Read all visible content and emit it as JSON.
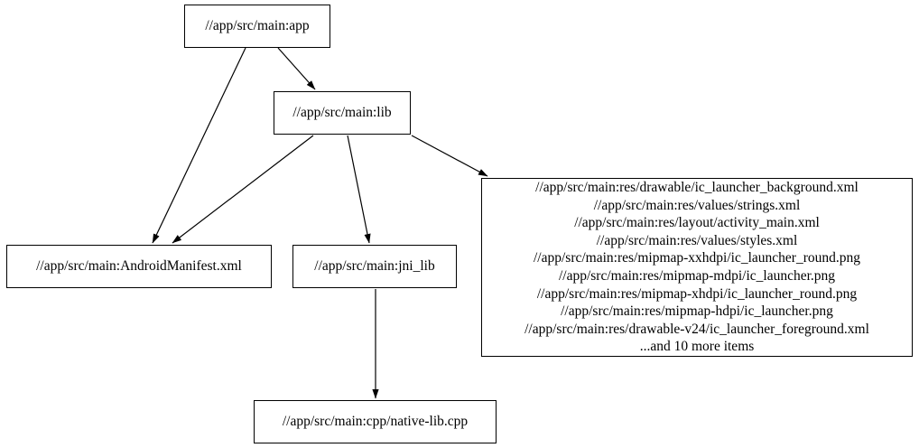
{
  "graph": {
    "background_color": "#ffffff",
    "node_fill_color": "#ffffff",
    "node_border_color": "#000000",
    "edge_color": "#000000",
    "text_color": "#000000",
    "nodes": {
      "app": {
        "label": "//app/src/main:app"
      },
      "lib": {
        "label": "//app/src/main:lib"
      },
      "android_manifest": {
        "label": "//app/src/main:AndroidManifest.xml"
      },
      "jni_lib": {
        "label": "//app/src/main:jni_lib"
      },
      "resources": {
        "lines": [
          "//app/src/main:res/drawable/ic_launcher_background.xml",
          "//app/src/main:res/values/strings.xml",
          "//app/src/main:res/layout/activity_main.xml",
          "//app/src/main:res/values/styles.xml",
          "//app/src/main:res/mipmap-xxhdpi/ic_launcher_round.png",
          "//app/src/main:res/mipmap-mdpi/ic_launcher.png",
          "//app/src/main:res/mipmap-xhdpi/ic_launcher_round.png",
          "//app/src/main:res/mipmap-hdpi/ic_launcher.png",
          "//app/src/main:res/drawable-v24/ic_launcher_foreground.xml",
          "...and 10 more items"
        ]
      },
      "native_lib_cpp": {
        "label": "//app/src/main:cpp/native-lib.cpp"
      }
    },
    "edges": [
      {
        "from": "app",
        "to": "lib"
      },
      {
        "from": "app",
        "to": "android_manifest"
      },
      {
        "from": "lib",
        "to": "android_manifest"
      },
      {
        "from": "lib",
        "to": "jni_lib"
      },
      {
        "from": "lib",
        "to": "resources"
      },
      {
        "from": "jni_lib",
        "to": "native_lib_cpp"
      }
    ]
  }
}
